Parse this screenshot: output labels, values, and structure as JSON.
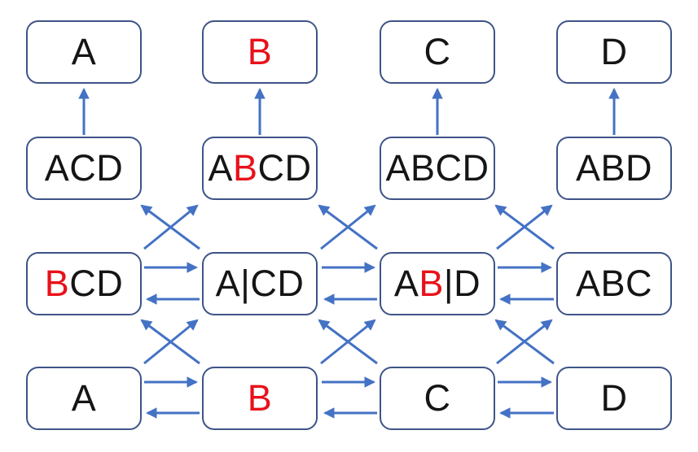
{
  "colors": {
    "arrow": "#4472c4",
    "node_border": "#3e5488",
    "node_fill": "#ffffff",
    "text": "#151515",
    "highlight_red": "#e8111a",
    "background": "#ffffff"
  },
  "nodes": {
    "r1c1": {
      "pre": "A",
      "red": "",
      "post": ""
    },
    "r1c2": {
      "pre": "",
      "red": "B",
      "post": ""
    },
    "r1c3": {
      "pre": "C",
      "red": "",
      "post": ""
    },
    "r1c4": {
      "pre": "D",
      "red": "",
      "post": ""
    },
    "r2c1": {
      "pre": "ACD",
      "red": "",
      "post": ""
    },
    "r2c2": {
      "pre": "A",
      "red": "B",
      "post": "CD"
    },
    "r2c3": {
      "pre": "ABCD",
      "red": "",
      "post": ""
    },
    "r2c4": {
      "pre": "ABD",
      "red": "",
      "post": ""
    },
    "r3c1": {
      "pre": "",
      "red": "B",
      "post": "CD"
    },
    "r3c2": {
      "pre": "A|CD",
      "red": "",
      "post": ""
    },
    "r3c3": {
      "pre": "A",
      "red": "B",
      "post": "|D"
    },
    "r3c4": {
      "pre": "ABC",
      "red": "",
      "post": ""
    },
    "r4c1": {
      "pre": "A",
      "red": "",
      "post": ""
    },
    "r4c2": {
      "pre": "",
      "red": "B",
      "post": ""
    },
    "r4c3": {
      "pre": "C",
      "red": "",
      "post": ""
    },
    "r4c4": {
      "pre": "D",
      "red": "",
      "post": ""
    }
  }
}
